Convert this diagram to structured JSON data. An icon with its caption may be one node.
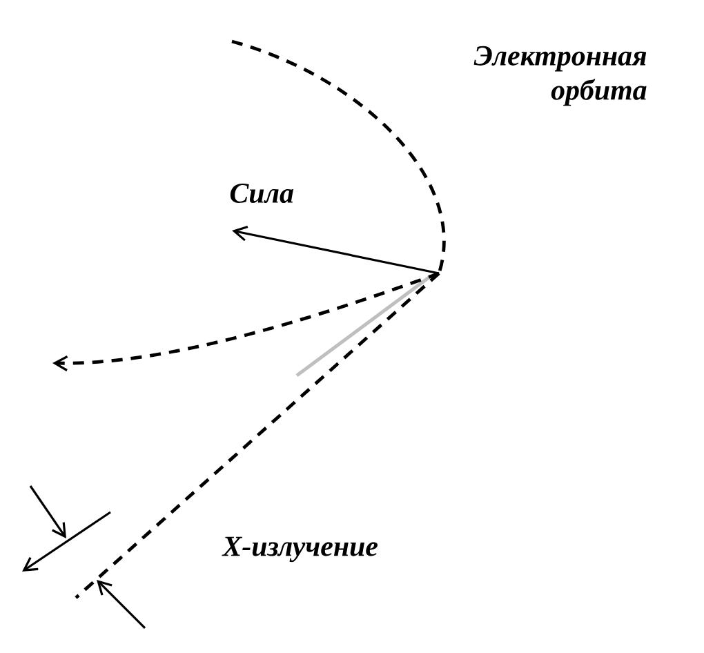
{
  "diagram": {
    "labels": [
      "Электронная орбита",
      "Сила",
      "X-излучение"
    ]
  }
}
